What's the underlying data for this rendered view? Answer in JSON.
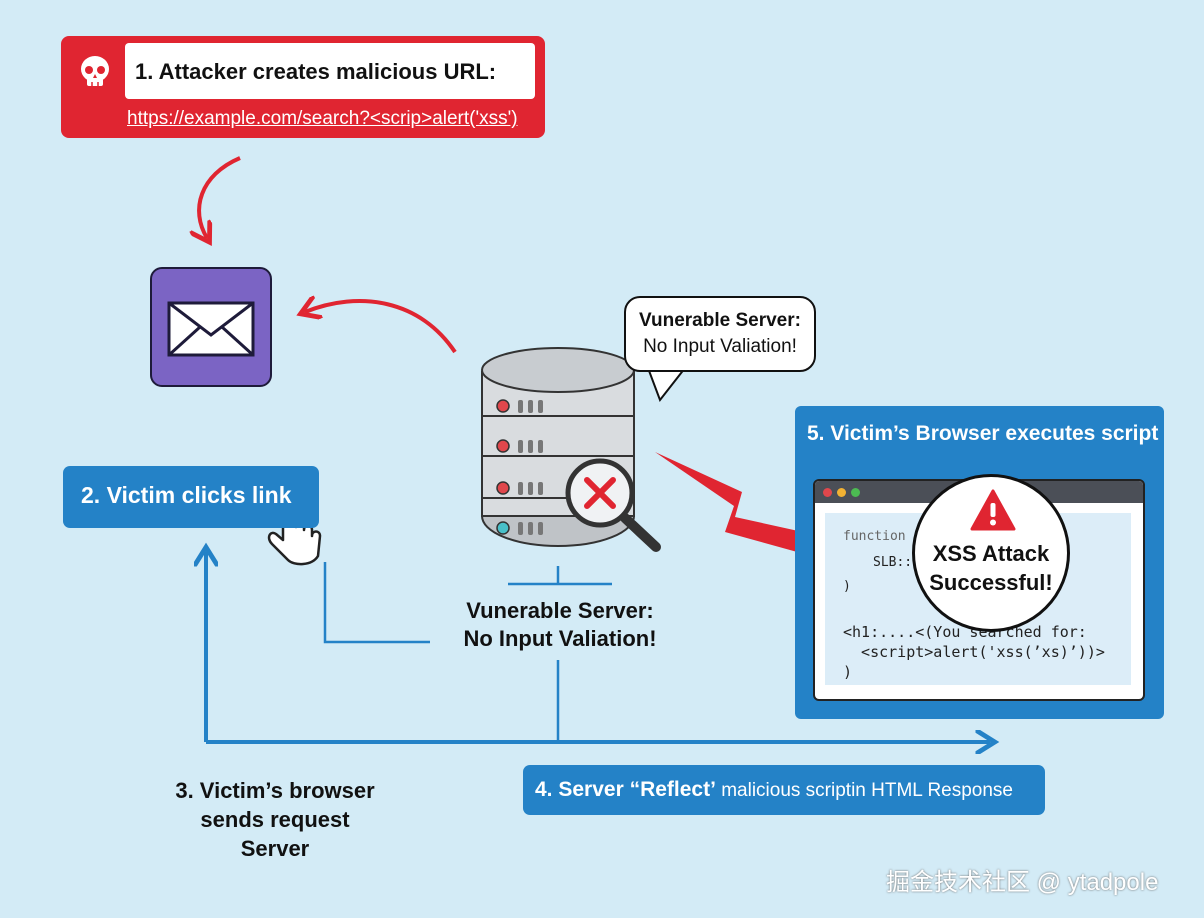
{
  "step1": {
    "title": "1. Attacker creates malicious URL:",
    "url": "https://example.com/search?<scrip>alert('xss')",
    "icon": "skull-icon"
  },
  "email": {
    "icon": "envelope-icon"
  },
  "step2": {
    "label": "2. Victim clicks link",
    "icon": "pointing-hand-icon"
  },
  "step3": {
    "line1": "3. Victim’s browser",
    "line2": "sends request",
    "line3": "Server"
  },
  "server": {
    "icon": "database-server-icon",
    "badge_icon": "magnifier-x-icon",
    "label_line1": "Vunerable Server:",
    "label_line2": "No Input Valiation!",
    "bubble_line1": "Vunerable Server:",
    "bubble_line2": "No Input Valiation!"
  },
  "step4": {
    "label_bold": "4. Server “Reflect’",
    "label_rest": " malicious scriptin HTML Response"
  },
  "step5": {
    "label": "5. Victim’s Browser executes script",
    "code_lines": [
      "function",
      "SLB::",
      ")",
      "<h1:....<(You searched for:",
      "  <script>alert('xss(’xs)’))>",
      ")"
    ],
    "alert_line1": "XSS Attack",
    "alert_line2": "Successful!",
    "alert_icon": "warning-triangle-icon"
  },
  "credit": "掘金技术社区 @ ytadpole",
  "colors": {
    "background": "#d3ebf6",
    "danger": "#e02531",
    "step_blue": "#2482c7",
    "email_purple": "#7b64c4"
  }
}
